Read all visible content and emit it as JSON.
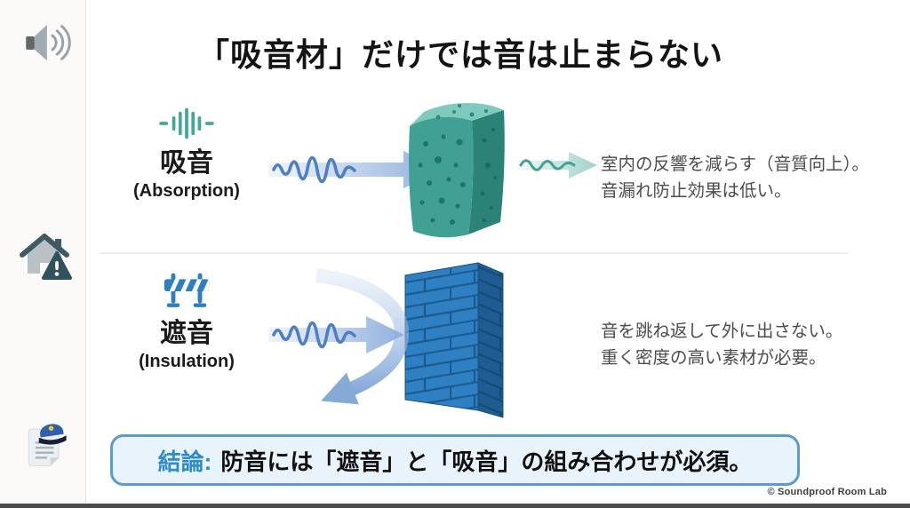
{
  "title": "「吸音材」だけでは音は止まらない",
  "rows": [
    {
      "icon": "waveform-icon",
      "label_ja": "吸音",
      "label_en": "(Absorption)",
      "desc_line1": "室内の反響を減らす（音質向上）。",
      "desc_line2": "音漏れ防止効果は低い。"
    },
    {
      "icon": "barricade-icon",
      "label_ja": "遮音",
      "label_en": "(Insulation)",
      "desc_line1": "音を跳ね返して外に出さない。",
      "desc_line2": "重く密度の高い素材が必要。"
    }
  ],
  "conclusion": {
    "prefix": "結論:",
    "body": "防音には「遮音」と「吸音」の組み合わせが必須。"
  },
  "footer": {
    "copyright": "© Soundproof Room Lab"
  },
  "icons": {
    "sidebar": [
      "speaker-icon",
      "house-warning-icon",
      "police-document-icon"
    ]
  },
  "colors": {
    "teal": "#3fa093",
    "blue": "#2d7fc1",
    "wave_blue": "#4e7fc6",
    "arrow_blue": "#8fb0dd",
    "conclusion_border": "#5b9bd5",
    "conclusion_bg": "#e9f3fb",
    "conclusion_prefix": "#2e8bc9"
  }
}
